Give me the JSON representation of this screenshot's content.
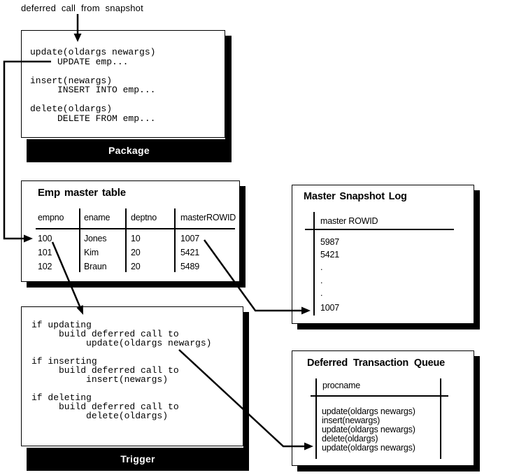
{
  "labels": {
    "top_annotation": "deferred call from snapshot"
  },
  "package": {
    "code": "update(oldargs newargs)\n     UPDATE emp...\n\ninsert(newargs)\n     INSERT INTO emp...\n\ndelete(oldargs)\n     DELETE FROM emp...",
    "footer": "Package"
  },
  "emp_table": {
    "title": "Emp master table",
    "headers": [
      "empno",
      "ename",
      "deptno",
      "masterROWID"
    ],
    "rows": [
      [
        "100",
        "Jones",
        "10",
        "1007"
      ],
      [
        "101",
        "Kim",
        "20",
        "5421"
      ],
      [
        "102",
        "Braun",
        "20",
        "5489"
      ]
    ]
  },
  "snapshot_log": {
    "title": "Master Snapshot Log",
    "column_header": "master ROWID",
    "rows": [
      "5987",
      "5421",
      ".",
      ".",
      ".",
      "1007"
    ]
  },
  "trigger": {
    "code": "if updating\n     build deferred call to\n          update(oldargs newargs)\n\nif inserting\n     build deferred call to\n          insert(newargs)\n\nif deleting\n     build deferred call to\n          delete(oldargs)",
    "footer": "Trigger"
  },
  "queue": {
    "title": "Deferred Transaction Queue",
    "column_header": "procname",
    "rows": [
      "update(oldargs newargs)",
      "insert(newargs)",
      "update(oldargs newargs)",
      "delete(oldargs)",
      "update(oldargs newargs)"
    ]
  },
  "colors": {
    "ink": "#000000",
    "paper": "#ffffff"
  }
}
